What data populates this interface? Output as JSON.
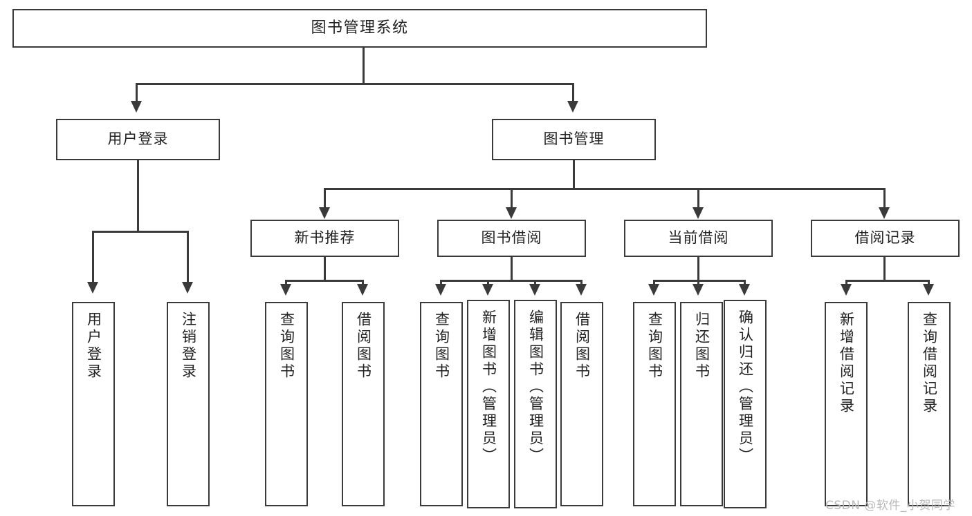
{
  "diagram": {
    "type": "tree-hierarchy",
    "title": "图书管理系统",
    "orientation": "top-down",
    "line_color": "#3a3a3a",
    "box_fill": "#ffffff",
    "text_color": "#222222"
  },
  "root": {
    "label": "图书管理系统"
  },
  "level2": [
    {
      "label": "用户登录"
    },
    {
      "label": "图书管理"
    }
  ],
  "level3": [
    {
      "label": "新书推荐"
    },
    {
      "label": "图书借阅"
    },
    {
      "label": "当前借阅"
    },
    {
      "label": "借阅记录"
    }
  ],
  "leaves": {
    "user_login": [
      {
        "label": "用户登录"
      },
      {
        "label": "注销登录"
      }
    ],
    "new_book_recommend": [
      {
        "label": "查询图书"
      },
      {
        "label": "借阅图书"
      }
    ],
    "book_borrow": [
      {
        "label": "查询图书"
      },
      {
        "label": "新增图书（管理员）"
      },
      {
        "label": "编辑图书（管理员）"
      },
      {
        "label": "借阅图书"
      }
    ],
    "current_borrow": [
      {
        "label": "查询图书"
      },
      {
        "label": "归还图书"
      },
      {
        "label": "确认归还（管理员）"
      }
    ],
    "borrow_record": [
      {
        "label": "新增借阅记录"
      },
      {
        "label": "查询借阅记录"
      }
    ]
  },
  "watermark": {
    "text": "CSDN @软件_小贺同学"
  }
}
